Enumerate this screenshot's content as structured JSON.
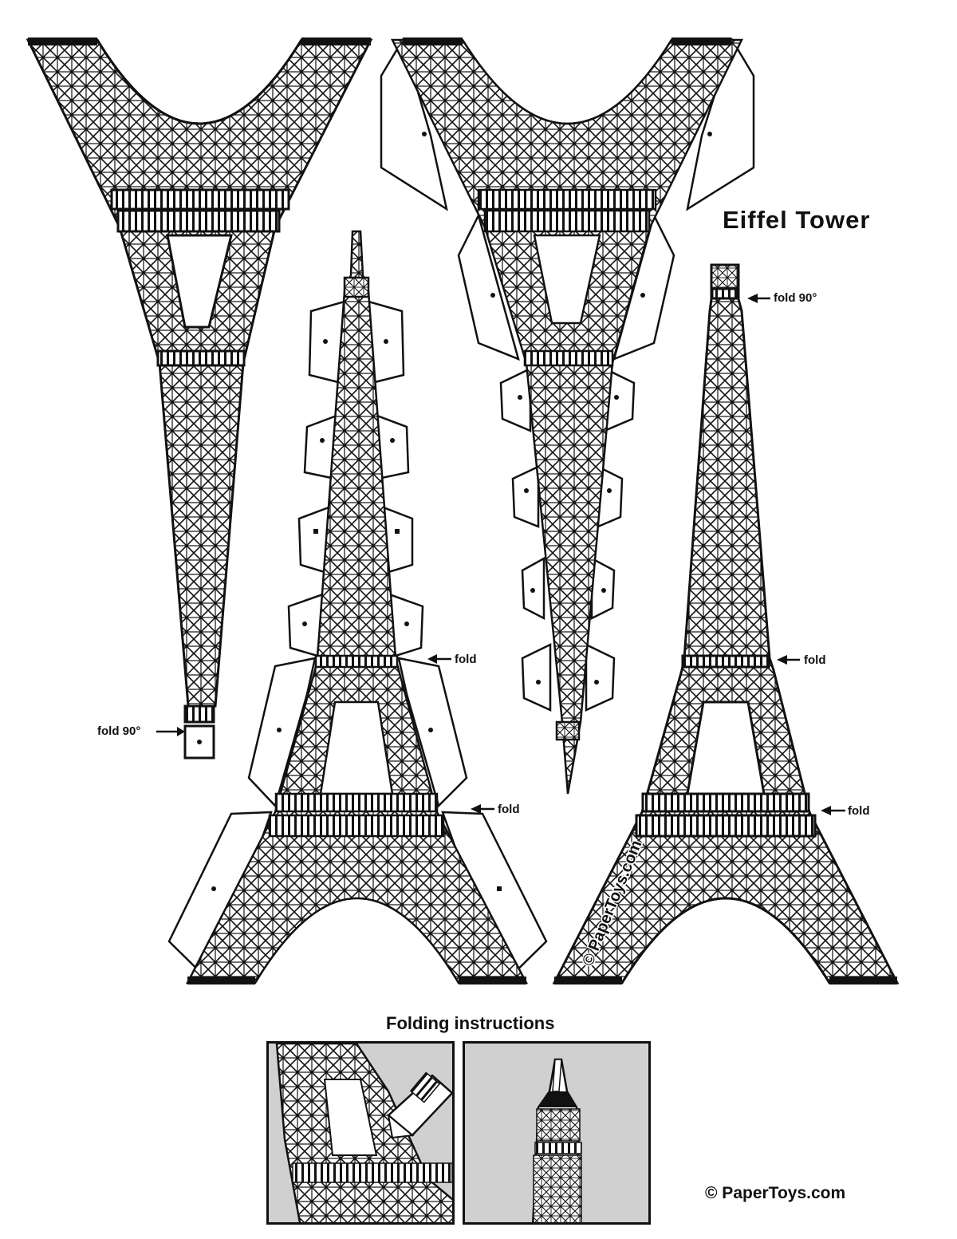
{
  "title": "Eiffel Tower",
  "fold_labels": {
    "fold_90_left": "fold  90°",
    "fold_90_right": "fold  90°",
    "fold_mid_top": "fold",
    "fold_mid_bottom": "fold",
    "fold_right_top": "fold",
    "fold_right_bottom": "fold"
  },
  "watermark": "© PaperToys.com",
  "instructions_heading": "Folding  instructions",
  "credit": "© PaperToys.com",
  "colors": {
    "ink": "#111111",
    "paper": "#ffffff",
    "panel_bg": "#d0d0d0"
  },
  "icons": [
    "arrow-right-icon",
    "arrow-left-icon",
    "copyright-icon"
  ]
}
